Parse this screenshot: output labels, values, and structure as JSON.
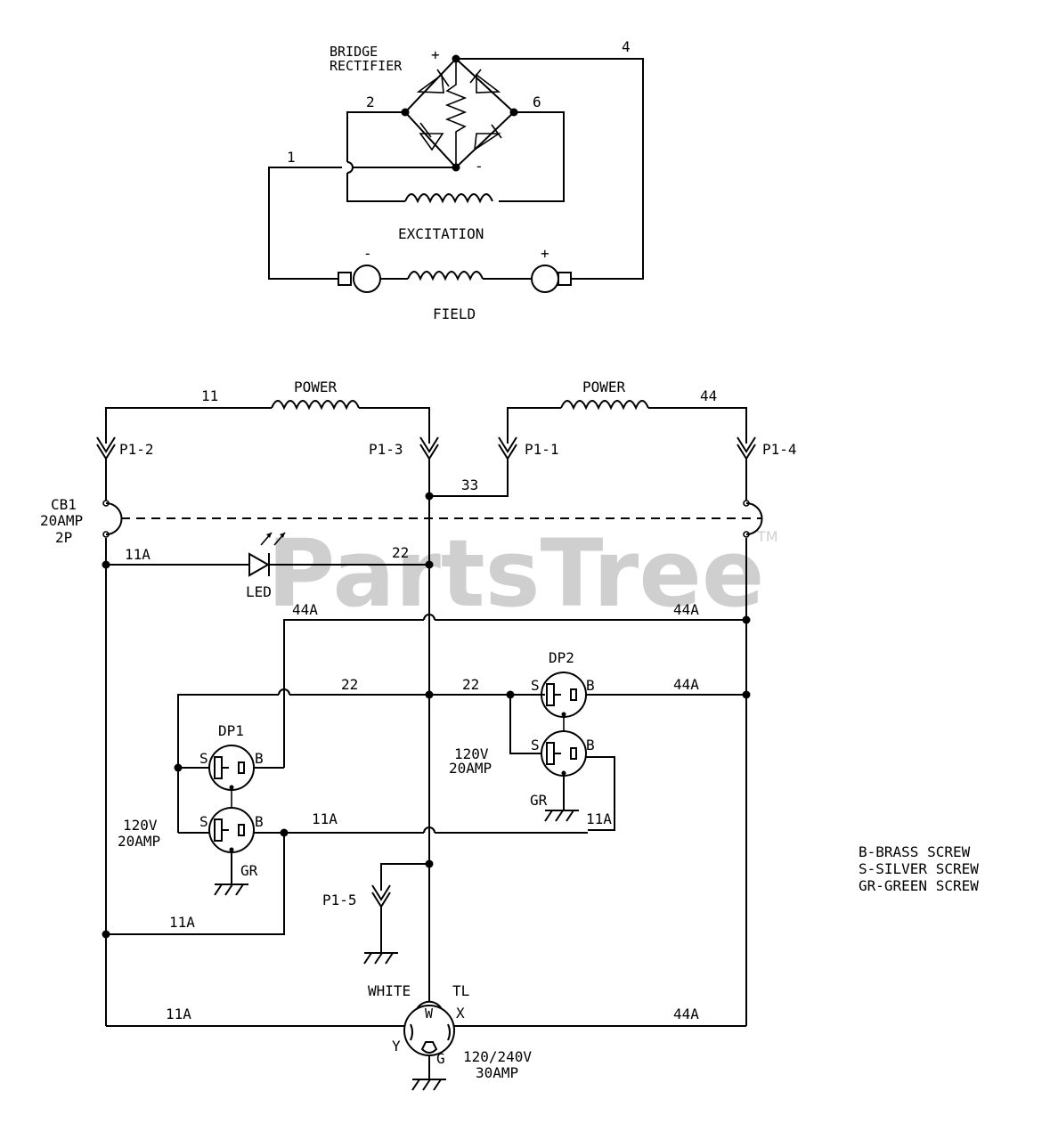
{
  "watermark": {
    "text": "PartsTree",
    "tm": "TM"
  },
  "top": {
    "bridge1": "BRIDGE",
    "bridge2": "RECTIFIER",
    "plus": "+",
    "minus": "-",
    "excitation": "EXCITATION",
    "field": "FIELD",
    "field_minus": "-",
    "field_plus": "+",
    "w1": "1",
    "w2": "2",
    "w4": "4",
    "w6": "6"
  },
  "main": {
    "power_left": "POWER",
    "power_right": "POWER",
    "w11": "11",
    "w44": "44",
    "p1_2": "P1-2",
    "p1_3": "P1-3",
    "p1_1": "P1-1",
    "p1_4": "P1-4",
    "p1_5": "P1-5",
    "w33": "33",
    "cb1_a": "CB1",
    "cb1_b": "20AMP",
    "cb1_c": "2P",
    "w11a_led": "11A",
    "w22_led": "22",
    "led": "LED",
    "w44a_left": "44A",
    "w44a_right": "44A",
    "w22_mid_left": "22",
    "w22_mid_right": "22",
    "w44a_dp2": "44A",
    "dp1": "DP1",
    "dp2": "DP2",
    "s": "S",
    "b": "B",
    "gr": "GR",
    "r120v": "120V",
    "r20amp": "20AMP",
    "w11a_dp1": "11A",
    "w11a_dp2": "11A",
    "w11a_low": "11A",
    "w11a_bottom": "11A",
    "w44a_bottom": "44A",
    "white": "WHITE",
    "tl": "TL",
    "x": "X",
    "y": "Y",
    "g": "G",
    "w": "W",
    "tl_rating1": "120/240V",
    "tl_rating2": "30AMP"
  },
  "legend": {
    "brass": "B-BRASS SCREW",
    "silver": "S-SILVER SCREW",
    "green": "GR-GREEN SCREW"
  }
}
